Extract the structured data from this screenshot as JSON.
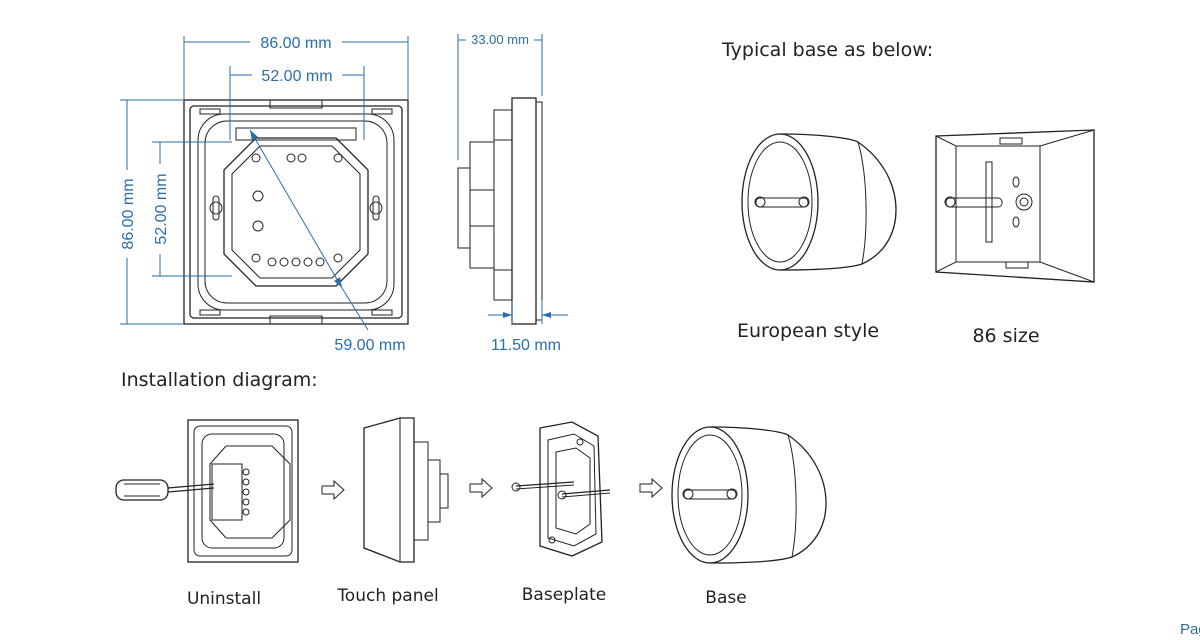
{
  "dimensions": {
    "front_width": "86.00 mm",
    "inner_width": "52.00 mm",
    "side_depth": "33.00 mm",
    "front_height": "86.00 mm",
    "inner_height": "52.00 mm",
    "diagonal": "59.00 mm",
    "panel_thickness": "11.50 mm"
  },
  "typical_base": {
    "heading": "Typical base as below:",
    "european_label": "European style",
    "size86_label": "86 size"
  },
  "installation": {
    "heading": "Installation diagram:",
    "steps": [
      "Uninstall",
      "Touch panel",
      "Baseplate",
      "Base"
    ]
  },
  "page_label": "Pag"
}
